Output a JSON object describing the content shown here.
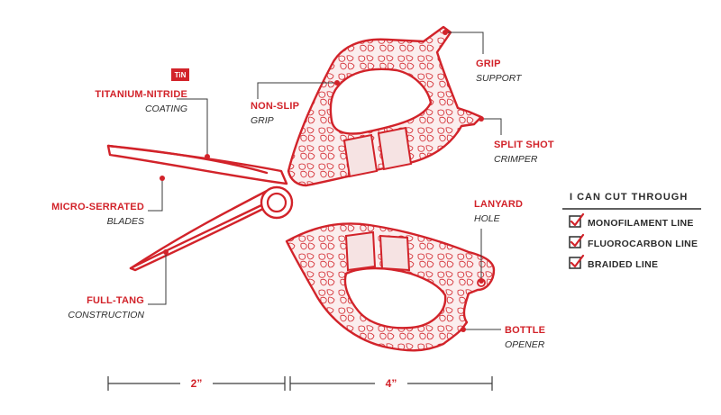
{
  "badge": {
    "text": "TiN"
  },
  "callouts": {
    "titanium": {
      "main": "TITANIUM-NITRIDE",
      "sub": "COATING"
    },
    "serrated": {
      "main": "MICRO-SERRATED",
      "sub": "BLADES"
    },
    "fulltang": {
      "main": "FULL-TANG",
      "sub": "CONSTRUCTION"
    },
    "nonslip": {
      "main": "NON-SLIP",
      "sub": "GRIP"
    },
    "grip": {
      "main": "GRIP",
      "sub": "SUPPORT"
    },
    "splitshot": {
      "main": "SPLIT SHOT",
      "sub": "CRIMPER"
    },
    "lanyard": {
      "main": "LANYARD",
      "sub": "HOLE"
    },
    "bottle": {
      "main": "BOTTLE",
      "sub": "OPENER"
    }
  },
  "dimensions": {
    "left": "2”",
    "right": "4”"
  },
  "panel": {
    "title": "I CAN CUT THROUGH",
    "items": [
      "MONOFILAMENT LINE",
      "FLUOROCARBON LINE",
      "BRAIDED LINE"
    ]
  },
  "colors": {
    "accent": "#d2232a",
    "text": "#2b2b2b"
  }
}
